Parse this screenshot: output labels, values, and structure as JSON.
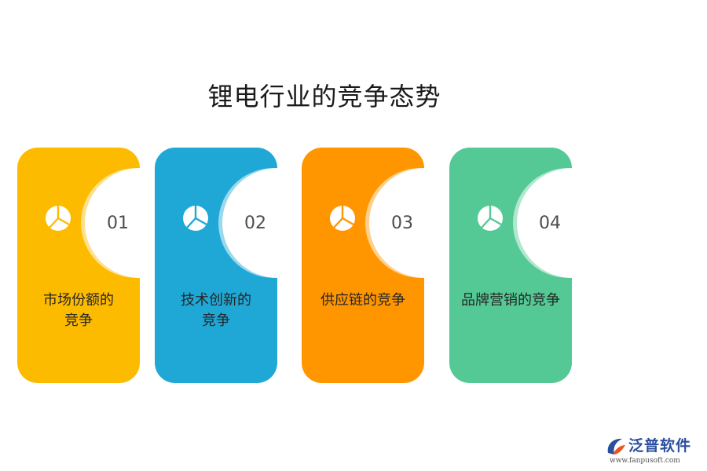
{
  "title": "锂电行业的竞争态势",
  "cards": [
    {
      "number": "01",
      "label_lines": [
        "市场份额的",
        "竞争"
      ],
      "color": "#FDBB00"
    },
    {
      "number": "02",
      "label_lines": [
        "技术创新的",
        "竞争"
      ],
      "color": "#1FA8D6"
    },
    {
      "number": "03",
      "label_lines": [
        "供应链的竞争"
      ],
      "color": "#FF9600"
    },
    {
      "number": "04",
      "label_lines": [
        "品牌营销的竞争"
      ],
      "color": "#55C995"
    }
  ],
  "icons": {
    "card_icon": "pie-chart-icon",
    "logo_icon": "fanpu-logo-icon"
  },
  "logo": {
    "brand": "泛普软件",
    "url": "www.fanpusoft.com"
  }
}
